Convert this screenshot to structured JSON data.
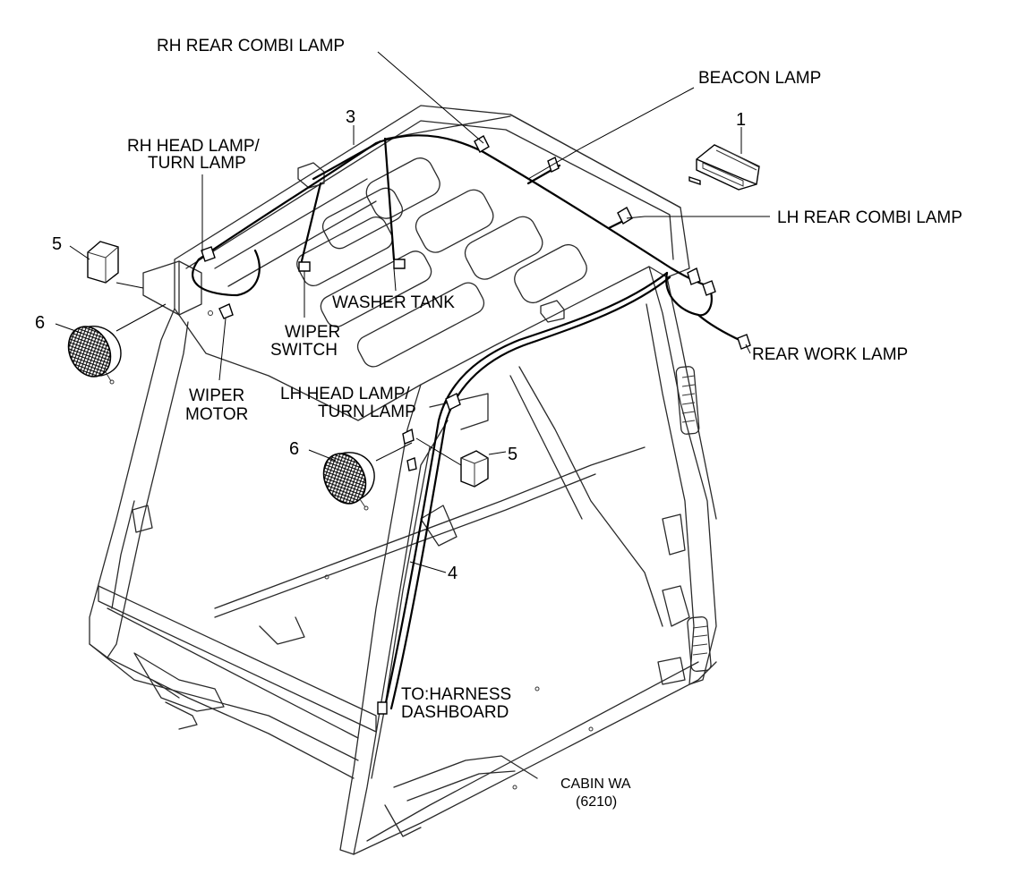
{
  "labels": {
    "rh_rear_combi_lamp": "RH REAR COMBI LAMP",
    "beacon_lamp": "BEACON LAMP",
    "lh_rear_combi_lamp": "LH REAR COMBI LAMP",
    "rear_work_lamp": "REAR WORK LAMP",
    "rh_head_lamp_line1": "RH HEAD LAMP/",
    "rh_head_lamp_line2": "TURN LAMP",
    "lh_head_lamp_line1": "LH HEAD LAMP/",
    "lh_head_lamp_line2": "TURN LAMP",
    "washer_tank": "WASHER TANK",
    "wiper_switch_line1": "WIPER",
    "wiper_switch_line2": "SWITCH",
    "wiper_motor_line1": "WIPER",
    "wiper_motor_line2": "MOTOR",
    "to_harness_line1": "TO:HARNESS",
    "to_harness_line2": "DASHBOARD",
    "cabin_line1": "CABIN WA",
    "cabin_line2": "(6210)"
  },
  "callouts": {
    "item1": "1",
    "item3": "3",
    "item4": "4",
    "item5_left": "5",
    "item5_right": "5",
    "item6_left": "6",
    "item6_right": "6"
  }
}
